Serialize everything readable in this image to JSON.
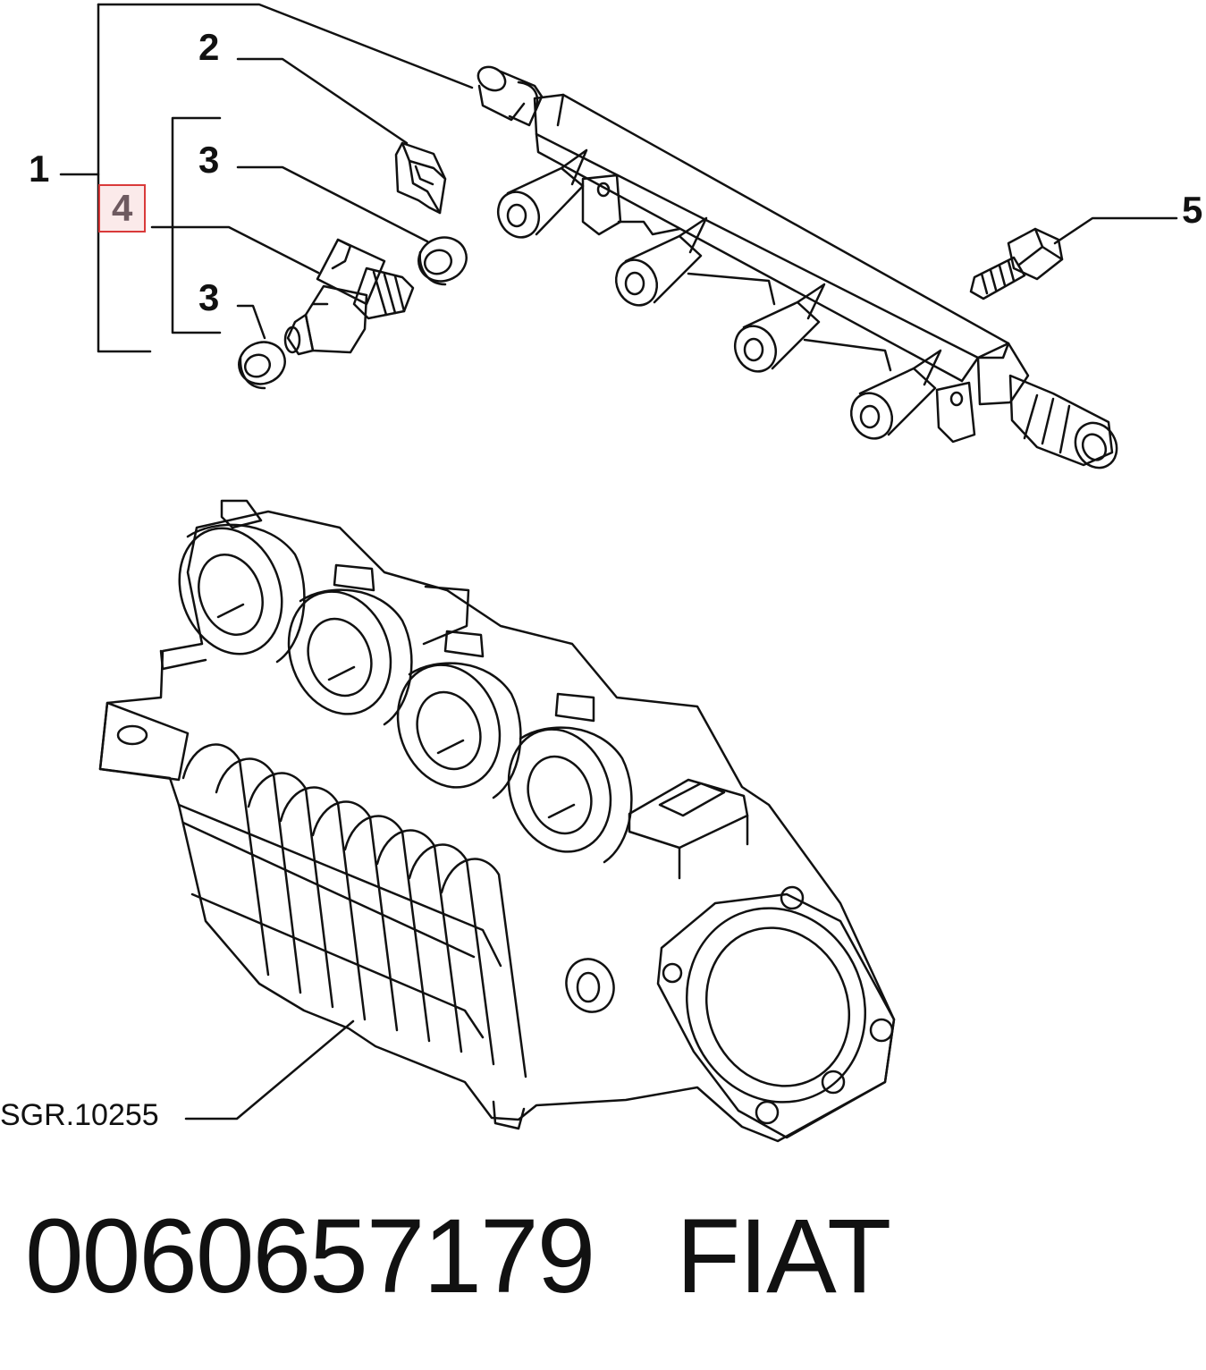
{
  "callouts": {
    "c1": "1",
    "c2": "2",
    "c3a": "3",
    "c3b": "3",
    "c4": "4",
    "c5": "5"
  },
  "reference_code": "SGR.10255",
  "footer": {
    "part_number": "0060657179",
    "brand": "FIAT"
  },
  "highlight": {
    "border_color": "#d93a3a",
    "fill_color": "#fbeaea",
    "text_color": "#6e5a60"
  }
}
